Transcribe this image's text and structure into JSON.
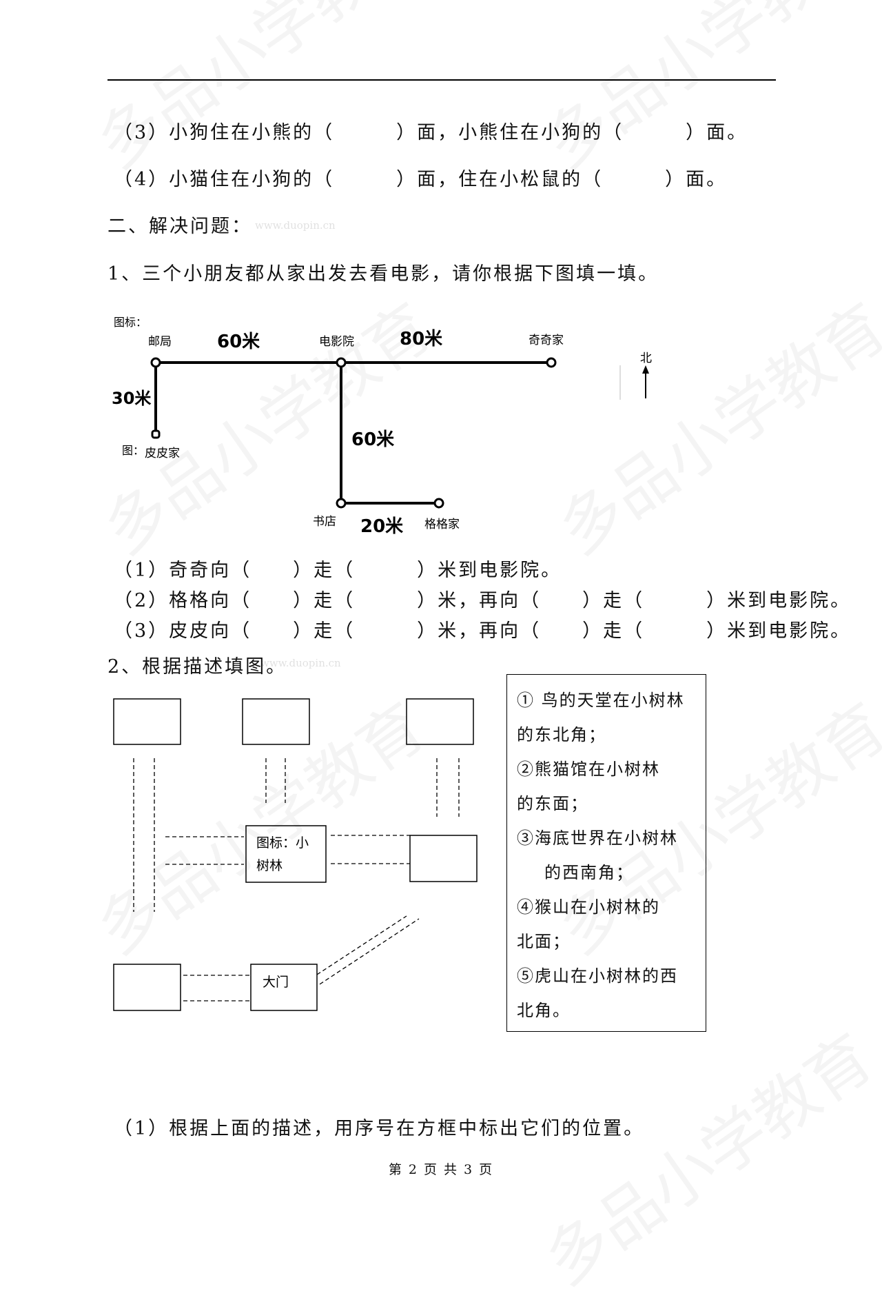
{
  "watermark": {
    "text": "多品小学教育",
    "url": "www.duopin.cn"
  },
  "lines": {
    "l3": "（3）小狗住在小熊的（　　　）面，小熊住在小狗的（　　　）面。",
    "l4": "（4）小猫住在小狗的（　　　）面，住在小松鼠的（　　　）面。",
    "section2": "二、解决问题：",
    "q1": "1、三个小朋友都从家出发去看电影，请你根据下图填一填。",
    "q1_1": "（1）奇奇向（　　）走（　　　）米到电影院。",
    "q1_2": "（2）格格向（　　）走（　　　）米，再向（　　）走（　　　）米到电影院。",
    "q1_3": "（3）皮皮向（　　）走（　　　）米，再向（　　）走（　　　）米到电影院。",
    "q2": "2、根据描述填图。",
    "q2_1": "（1）根据上面的描述，用序号在方框中标出它们的位置。"
  },
  "map": {
    "legend": "图标：",
    "legend2": "图：",
    "north": "北",
    "places": {
      "post_office": "邮局",
      "cinema": "电影院",
      "qiqi_home": "奇奇家",
      "pipi_home": "皮皮家",
      "bookstore": "书店",
      "gege_home": "格格家"
    },
    "distances": {
      "post_cinema": "60米",
      "cinema_qiqi": "80米",
      "post_pipi": "30米",
      "cinema_bookstore": "60米",
      "bookstore_gege": "20米"
    }
  },
  "park": {
    "woods_line1": "图标：小",
    "woods_line2": "树林",
    "gate": "大门"
  },
  "descriptions": [
    "①  鸟的天堂在小树林",
    "的东北角；",
    "②熊猫馆在小树林",
    "的东面；",
    "③海底世界在小树林",
    "的西南角；",
    "④猴山在小树林的",
    "北面；",
    "⑤虎山在小树林的西",
    "北角。"
  ],
  "footer": "第 2 页 共 3 页"
}
